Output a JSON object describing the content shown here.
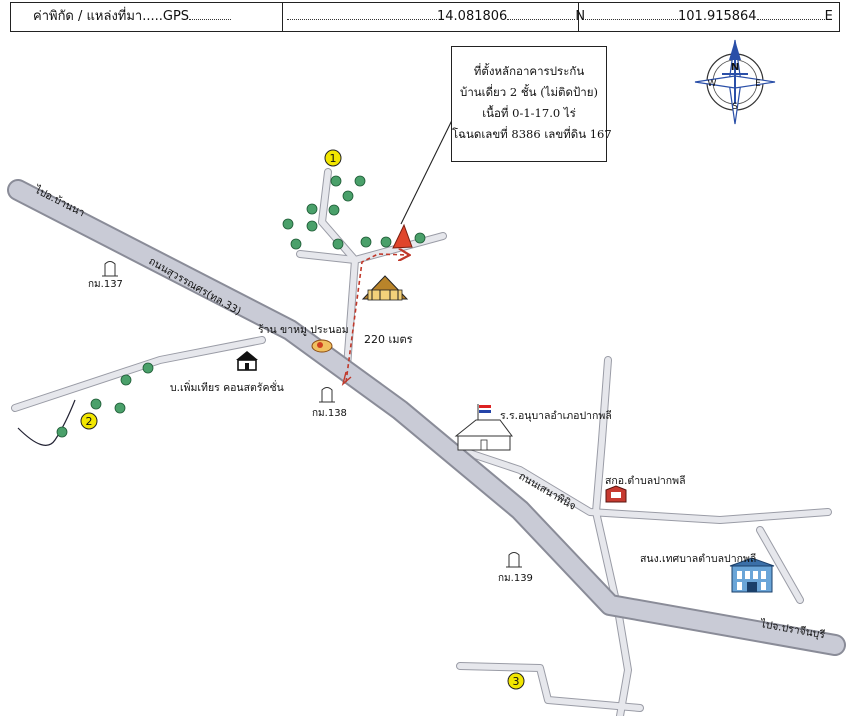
{
  "header": {
    "label": "ค่าพิกัด / แหล่งที่มา.....",
    "source": "GPS",
    "latitude": "14.081806",
    "lat_suffix": "N",
    "longitude": "101.915864",
    "lon_suffix": "E"
  },
  "compass": {
    "north": "N",
    "south": "S",
    "east": "E",
    "west": "W"
  },
  "callout": {
    "lines": [
      "ที่ตั้งหลักอาคารประกัน",
      "บ้านเดี่ยว 2 ชั้น (ไม่ติดป้าย)",
      "เนื้อที่ 0-1-17.0 ไร่",
      "โฉนดเลขที่ 8386 เลขที่ดิน 167"
    ]
  },
  "labels": {
    "to_ban_na": "ไปอ.บ้านนา",
    "to_prachinburi": "ไปจ.ปราจีนบุรี",
    "main_road": "ถนนสุวรรณศร(ทล.33)",
    "side_road": "ถนนเสนาพินิจ",
    "km137": "กม.137",
    "km138": "กม.138",
    "km139": "กม.139",
    "distance": "220 เมตร",
    "pork_shop": "ร้าน ขาหมู ประนอม",
    "concrete": "บ.เพิ่มเทียร คอนสตรัคชั่น",
    "school": "ร.ร.อนุบาลอำเภอปากพลี",
    "sao": "สกอ.ตำบลปากพลี",
    "municipality": "สนง.เทศบาลตำบลปากพลี",
    "marker1": "1",
    "marker2": "2",
    "marker3": "3"
  },
  "colors": {
    "road_fill": "#c9cbd6",
    "road_edge": "#8a8c98",
    "property": "#e0452b",
    "route": "#c0392b",
    "marker": "#f2e600",
    "compass_north": "#2a4fa8"
  }
}
